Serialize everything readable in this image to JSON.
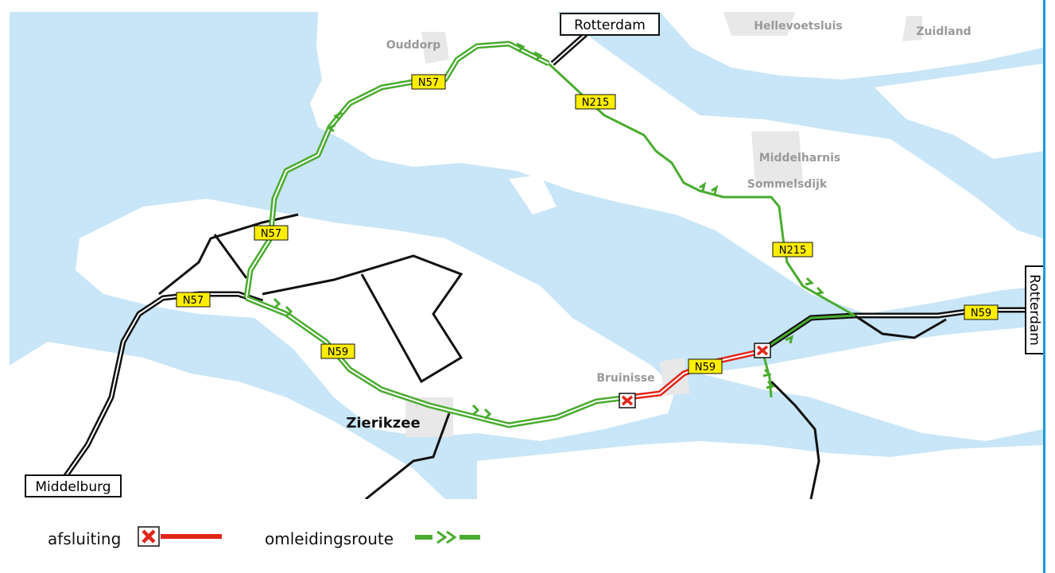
{
  "colors": {
    "water": "#c8e6f7",
    "land": "#ffffff",
    "urban": "#e8e8e8",
    "road": "#111111",
    "closure": "#e3261b",
    "detour": "#4aab2f",
    "shield_fill": "#ffee00",
    "frame": "#1a9ad6"
  },
  "destinations": {
    "rotterdam_top": "Rotterdam",
    "rotterdam_right": "Rotterdam",
    "middelburg": "Middelburg"
  },
  "towns": {
    "ouddorp": "Ouddorp",
    "hellevoetsluis": "Hellevoetsluis",
    "zuidland": "Zuidland",
    "middelharnis": "Middelharnis",
    "sommelsdijk": "Sommelsdijk",
    "bruinisse": "Bruinisse",
    "zierikzee": "Zierikzee"
  },
  "shields": {
    "n57_top": "N57",
    "n57_mid": "N57",
    "n57_left": "N57",
    "n59_mid": "N59",
    "n59_bruinisse": "N59",
    "n59_right": "N59",
    "n215_top": "N215",
    "n215_mid": "N215"
  },
  "legend": {
    "closure_label": "afsluiting",
    "detour_label": "omleidingsroute"
  }
}
